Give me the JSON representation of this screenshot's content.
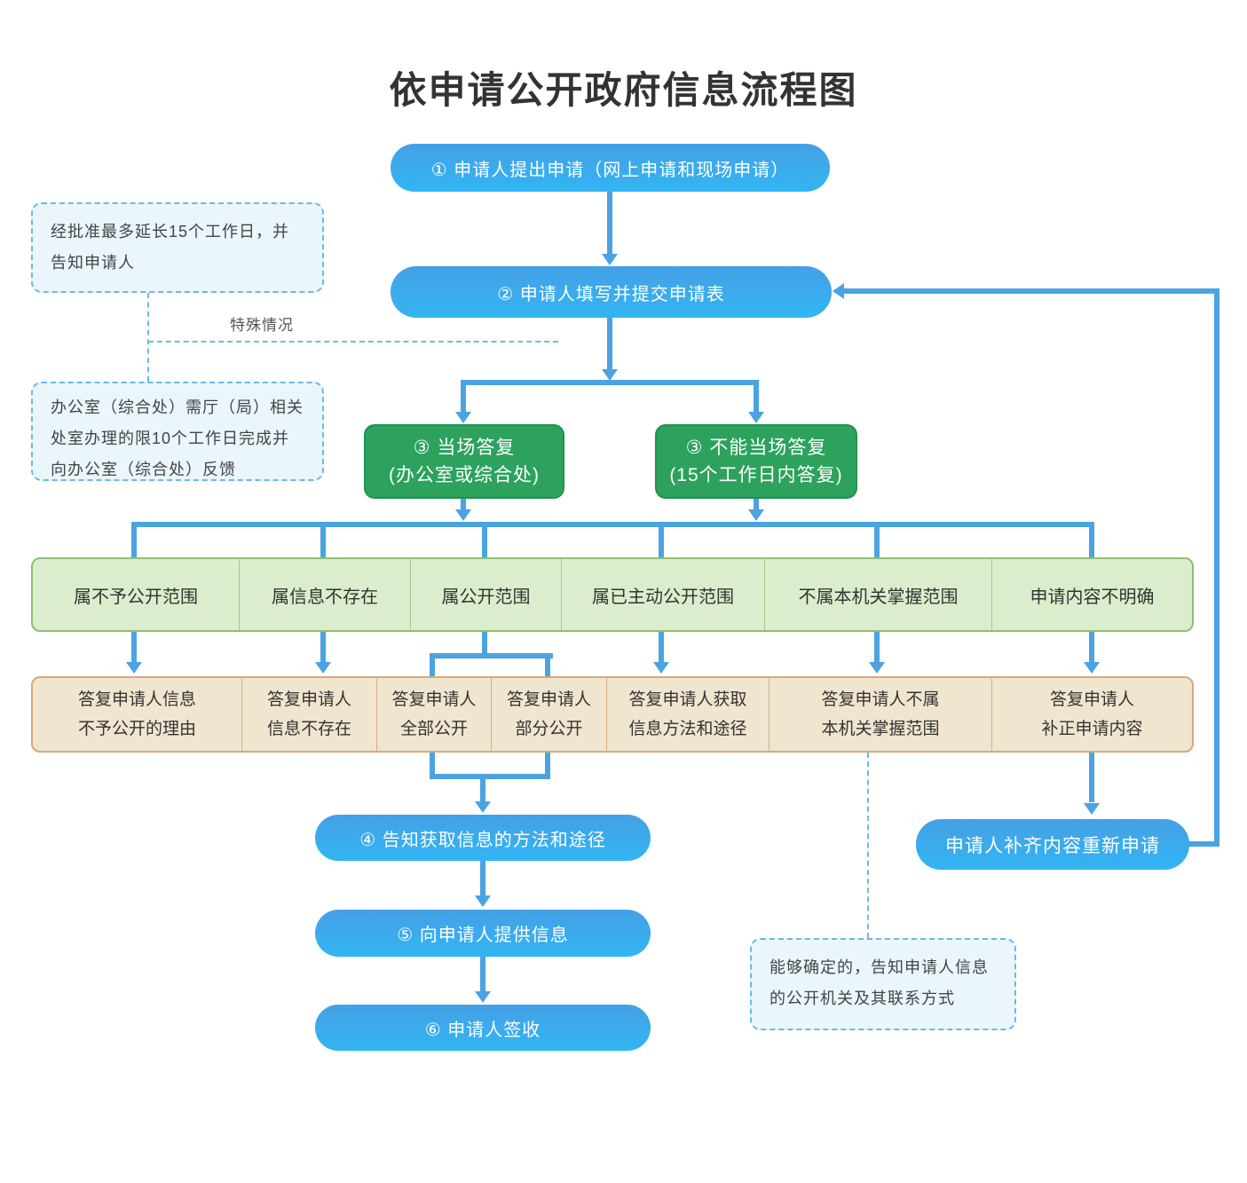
{
  "title": "依申请公开政府信息流程图",
  "nodes": {
    "step1": "① 申请人提出申请（网上申请和现场申请）",
    "step2": "② 申请人填写并提交申请表",
    "step3_onspot": {
      "line1": "③ 当场答复",
      "line2": "(办公室或综合处)"
    },
    "step3_delayed": {
      "line1": "③ 不能当场答复",
      "line2": "(15个工作日内答复)"
    },
    "step4": "④ 告知获取信息的方法和途径",
    "step5": "⑤ 向申请人提供信息",
    "step6": "⑥ 申请人签收",
    "reapply": "申请人补齐内容重新申请"
  },
  "categories": [
    "属不予公开范围",
    "属信息不存在",
    "属公开范围",
    "属已主动公开范围",
    "不属本机关掌握范围",
    "申请内容不明确"
  ],
  "responses": [
    {
      "line1": "答复申请人信息",
      "line2": "不予公开的理由"
    },
    {
      "line1": "答复申请人",
      "line2": "信息不存在"
    },
    {
      "line1": "答复申请人",
      "line2": "全部公开"
    },
    {
      "line1": "答复申请人",
      "line2": "部分公开"
    },
    {
      "line1": "答复申请人获取",
      "line2": "信息方法和途径"
    },
    {
      "line1": "答复申请人不属",
      "line2": "本机关掌握范围"
    },
    {
      "line1": "答复申请人",
      "line2": "补正申请内容"
    }
  ],
  "notes": {
    "special_case_label": "特殊情况",
    "extension_note": "经批准最多延长15个工作日，并告知申请人",
    "office_note": "办公室（综合处）需厅（局）相关处室办理的限10个工作日完成并向办公室（综合处）反馈",
    "confirm_note": "能够确定的，告知申请人信息的公开机关及其联系方式"
  },
  "colors": {
    "connector_blue": "#4ba3e2",
    "pill_gradient_top": "#45a0e5",
    "pill_gradient_bottom": "#32b5f3",
    "green_node": "#2ca25d",
    "category_bg": "#dcedcd",
    "category_border": "#8fbf72",
    "response_bg": "#f0e5cf",
    "response_border": "#d8a87c",
    "callout_bg": "#eaf5fc",
    "callout_border": "#6cb8e8"
  }
}
